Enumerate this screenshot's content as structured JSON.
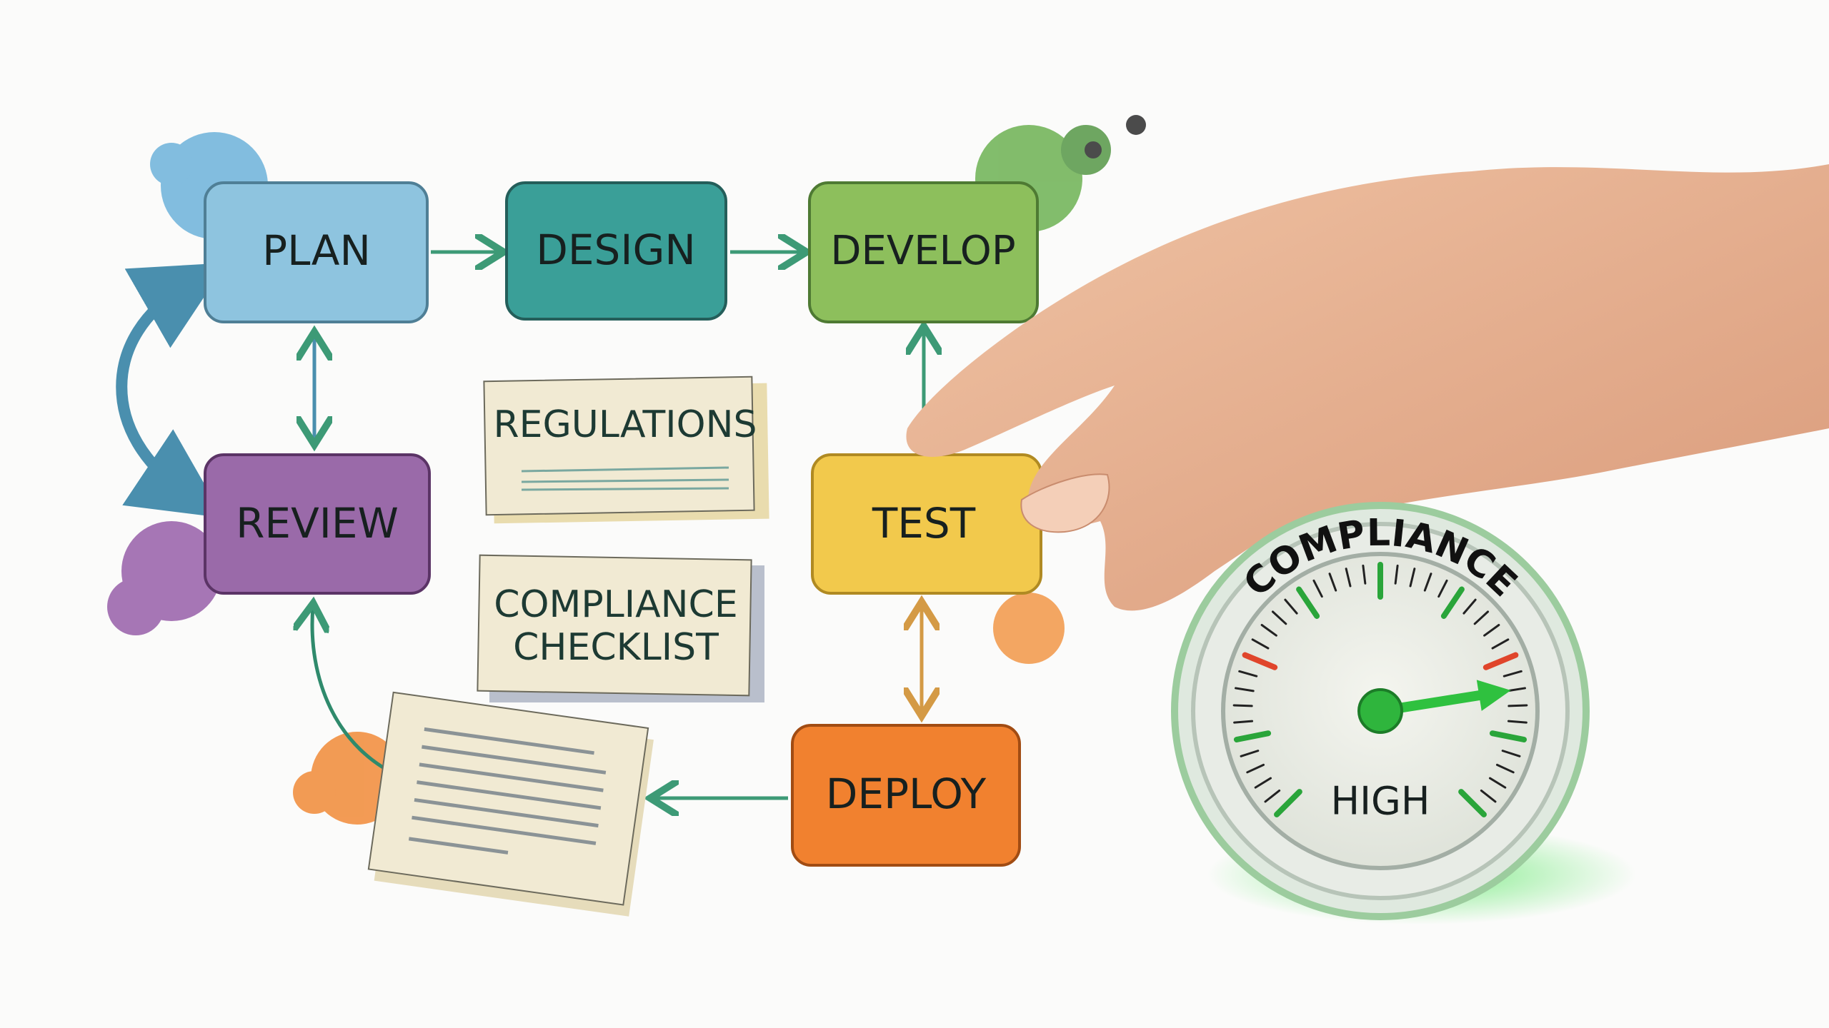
{
  "nodes": {
    "plan": {
      "label": "PLAN",
      "color": "#8ec4df"
    },
    "design": {
      "label": "DESIGN",
      "color": "#3a9f98"
    },
    "develop": {
      "label": "DEVELOP",
      "color": "#8dbf5c"
    },
    "review": {
      "label": "REVIEW",
      "color": "#9a6aa9"
    },
    "test": {
      "label": "TEST",
      "color": "#f2c94c"
    },
    "deploy": {
      "label": "DEPLOY",
      "color": "#f1812f"
    }
  },
  "notes": {
    "regulations": "REGULATIONS",
    "checklist_line1": "COMPLIANCE",
    "checklist_line2": "CHECKLIST"
  },
  "gauge": {
    "title": "COMPLIANCE",
    "reading": "HIGH",
    "needle_level_percent": 80,
    "needle_color": "#2fc13f",
    "alert_color": "#e0452b"
  }
}
